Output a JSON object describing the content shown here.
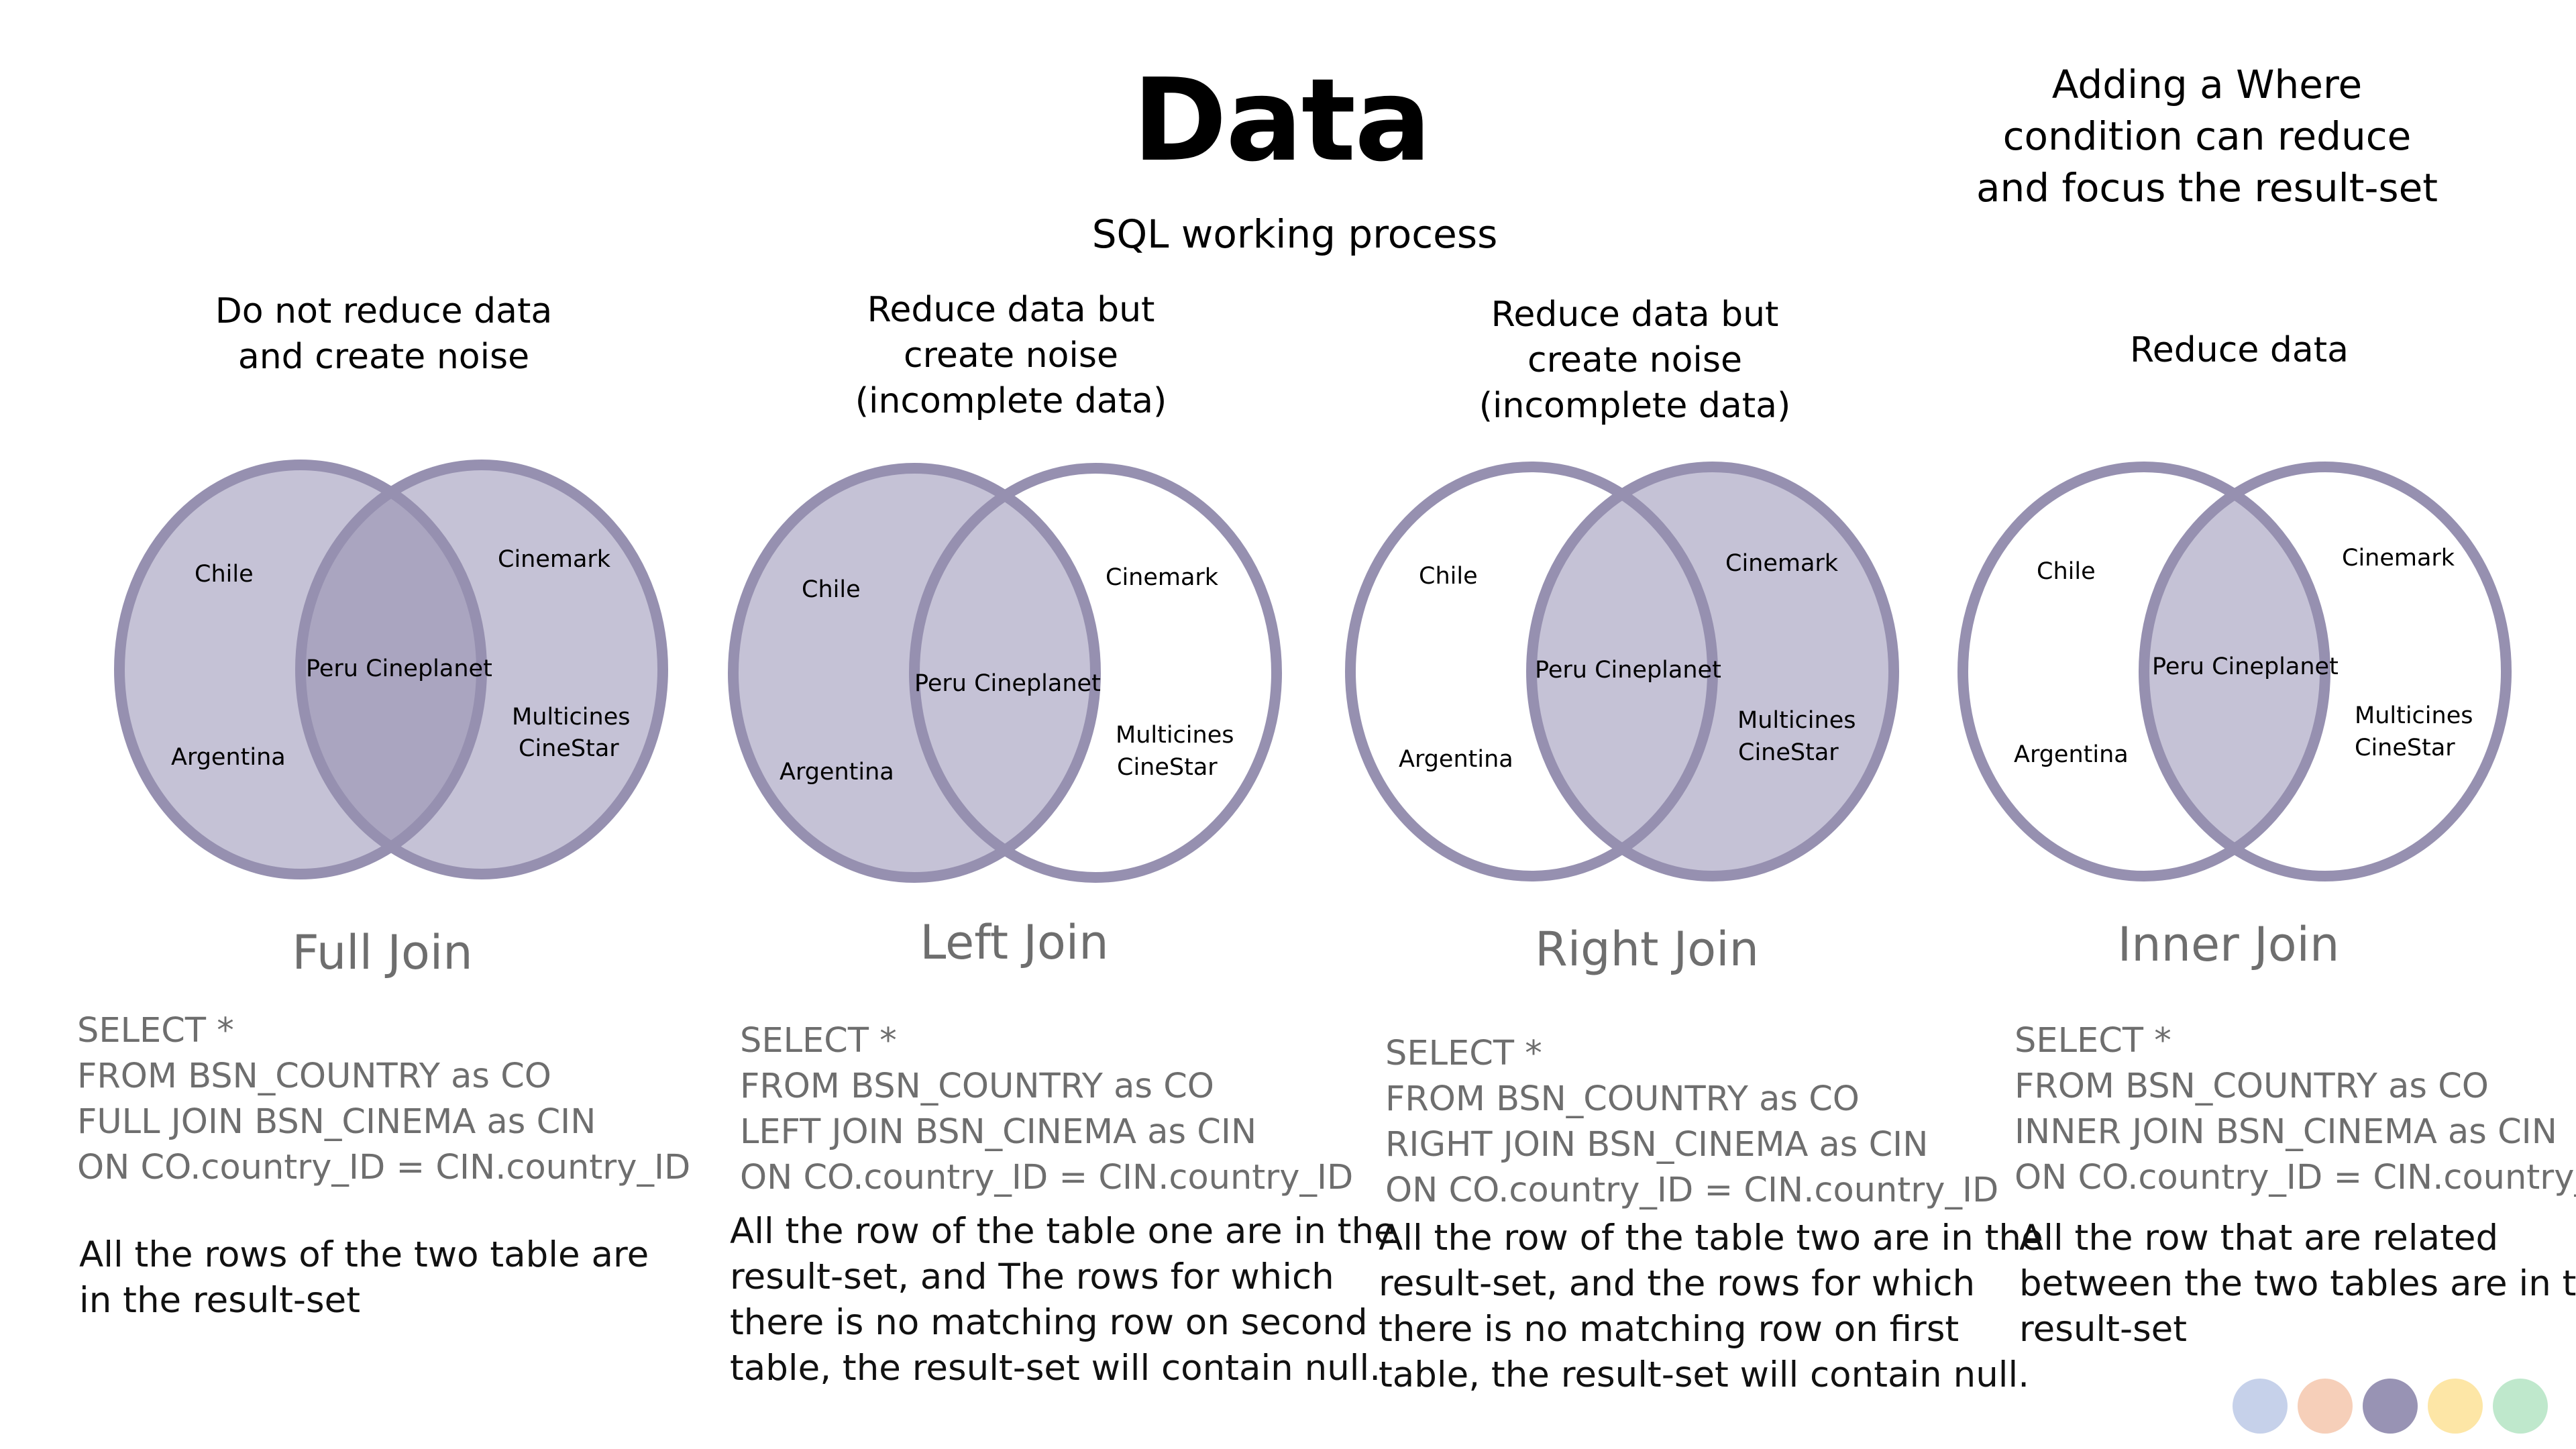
{
  "header": {
    "title": "Data",
    "subtitle": "SQL working process",
    "where_note": [
      "Adding a Where",
      "condition can reduce",
      "and focus the result-set"
    ]
  },
  "colors": {
    "fill": "#c5c2d6",
    "overlap": "#aaa5c0",
    "stroke": "#9690b0"
  },
  "joins": [
    {
      "caption": [
        "Do not reduce data",
        "and create noise"
      ],
      "name": "Full Join",
      "left_set": [
        "Chile",
        "Argentina"
      ],
      "overlap_set": [
        "Peru Cineplanet"
      ],
      "right_set": [
        "Cinemark",
        "Multicines",
        "CineStar"
      ],
      "sql": [
        "SELECT *",
        "FROM BSN_COUNTRY as CO",
        "FULL JOIN  BSN_CINEMA as CIN",
        "ON CO.country_ID = CIN.country_ID"
      ],
      "description": [
        "All the rows of the two table are",
        "in the result-set"
      ]
    },
    {
      "caption": [
        "Reduce data but",
        "create noise",
        "(incomplete data)"
      ],
      "name": "Left Join",
      "left_set": [
        "Chile",
        "Argentina"
      ],
      "overlap_set": [
        "Peru Cineplanet"
      ],
      "right_set": [
        "Cinemark",
        "Multicines",
        "CineStar"
      ],
      "sql": [
        "SELECT *",
        "FROM BSN_COUNTRY as CO",
        "LEFT JOIN  BSN_CINEMA as CIN",
        "ON CO.country_ID = CIN.country_ID"
      ],
      "description": [
        "All the row of the table one are in the",
        "result-set, and The rows for which",
        "there is no matching row on second",
        "table, the result-set will contain null."
      ]
    },
    {
      "caption": [
        "Reduce data but",
        "create noise",
        "(incomplete data)"
      ],
      "name": "Right Join",
      "left_set": [
        "Chile",
        "Argentina"
      ],
      "overlap_set": [
        "Peru Cineplanet"
      ],
      "right_set": [
        "Cinemark",
        "Multicines",
        "CineStar"
      ],
      "sql": [
        "SELECT *",
        "FROM BSN_COUNTRY as CO",
        "RIGHT JOIN  BSN_CINEMA as CIN",
        "ON CO.country_ID = CIN.country_ID"
      ],
      "description": [
        "All the row of the table two are in the",
        "result-set, and the rows for which",
        "there is no matching row on first",
        "table, the result-set will contain null."
      ]
    },
    {
      "caption": [
        "Reduce data"
      ],
      "name": "Inner Join",
      "left_set": [
        "Chile",
        "Argentina"
      ],
      "overlap_set": [
        "Peru Cineplanet"
      ],
      "right_set": [
        "Cinemark",
        "Multicines",
        "CineStar"
      ],
      "sql": [
        "SELECT *",
        "FROM BSN_COUNTRY as CO",
        "INNER JOIN  BSN_CINEMA as CIN",
        "ON CO.country_ID = CIN.country_ID"
      ],
      "description": [
        "All the row that are related",
        "between the two tables are in the",
        "result-set"
      ]
    }
  ],
  "palette": [
    "#c6d1ea",
    "#f6cfb9",
    "#9893b4",
    "#fde6a6",
    "#bfe8cc"
  ]
}
